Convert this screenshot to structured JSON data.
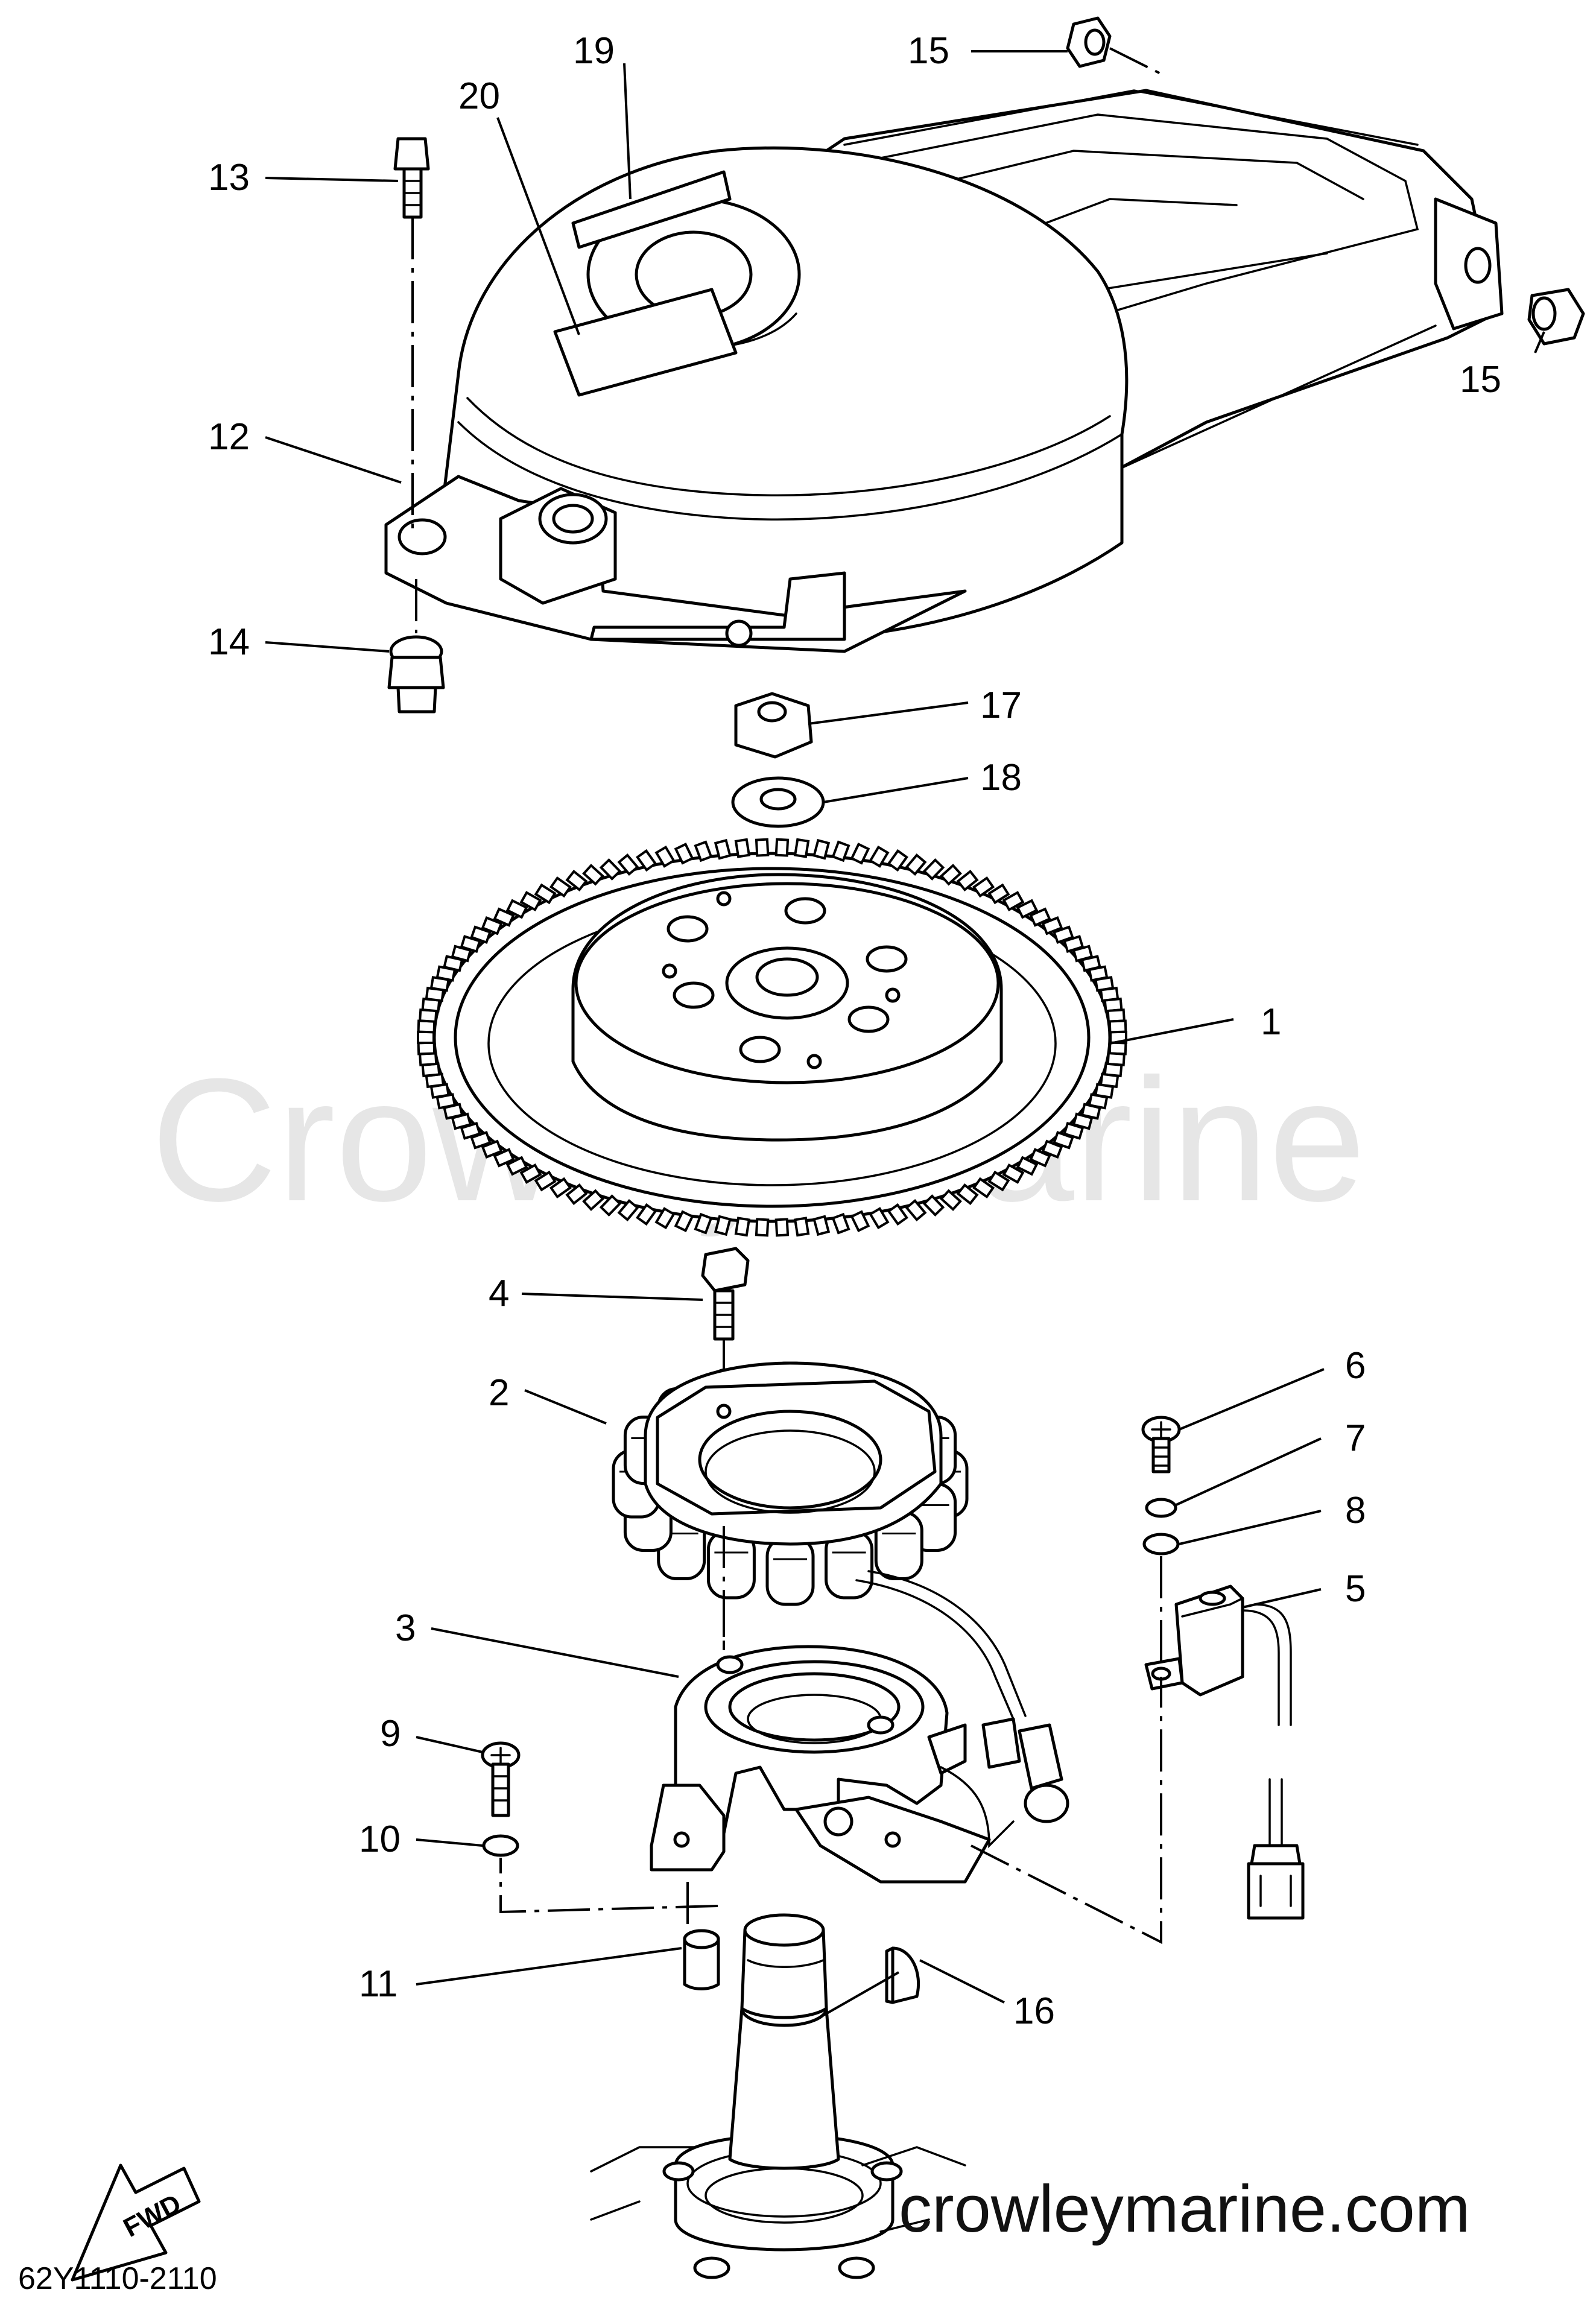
{
  "diagram": {
    "callouts": [
      "1",
      "2",
      "3",
      "4",
      "5",
      "6",
      "7",
      "8",
      "9",
      "10",
      "11",
      "12",
      "13",
      "14",
      "15",
      "15",
      "16",
      "17",
      "18",
      "19",
      "20"
    ],
    "watermark": "Crowley Marine",
    "website": "crowleymarine.com",
    "part_code": "62Y1110-2110",
    "direction_label": "FWD"
  }
}
